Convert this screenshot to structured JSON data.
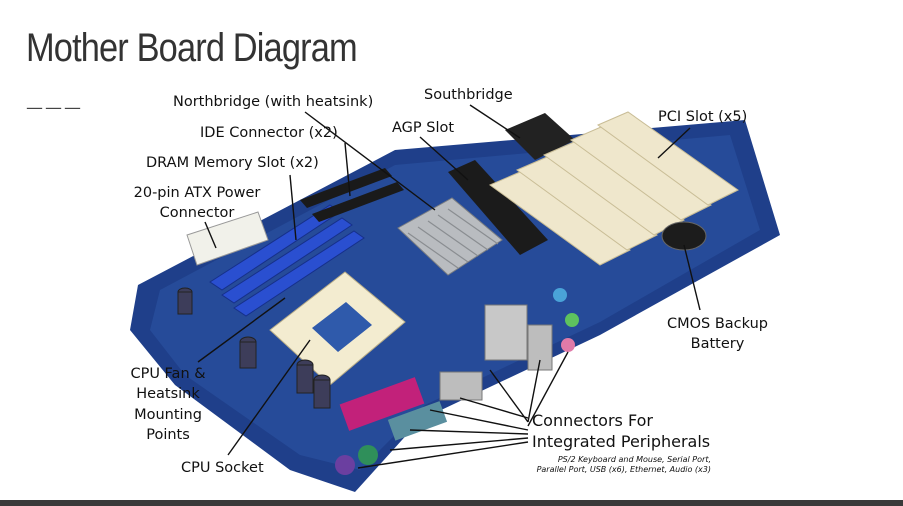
{
  "slide": {
    "title": "Mother Board Diagram",
    "rule": "———"
  },
  "labels": {
    "northbridge": "Northbridge (with heatsink)",
    "southbridge": "Southbridge",
    "ide": "IDE Connector (x2)",
    "agp": "AGP Slot",
    "pci": "PCI Slot (x5)",
    "dram": "DRAM Memory Slot (x2)",
    "atx": "20-pin ATX Power\nConnector",
    "cmos": "CMOS Backup\nBattery",
    "cpu_fan": "CPU Fan &\nHeatsink\nMounting\nPoints",
    "cpu_socket": "CPU Socket",
    "connectors_line1": "Connectors For",
    "connectors_line2": "Integrated Peripherals",
    "connectors_note": "PS/2 Keyboard and Mouse, Serial Port,\nParallel Port, USB (x6), Ethernet, Audio (x3)"
  },
  "colors": {
    "board": "#1f3f8a",
    "board_light": "#2f5aab",
    "slot_cream": "#efe7cc",
    "agp_black": "#1b1b1b",
    "dram_blue": "#2a4fd0",
    "heatsink": "#b9bcc0",
    "title": "#333333"
  }
}
